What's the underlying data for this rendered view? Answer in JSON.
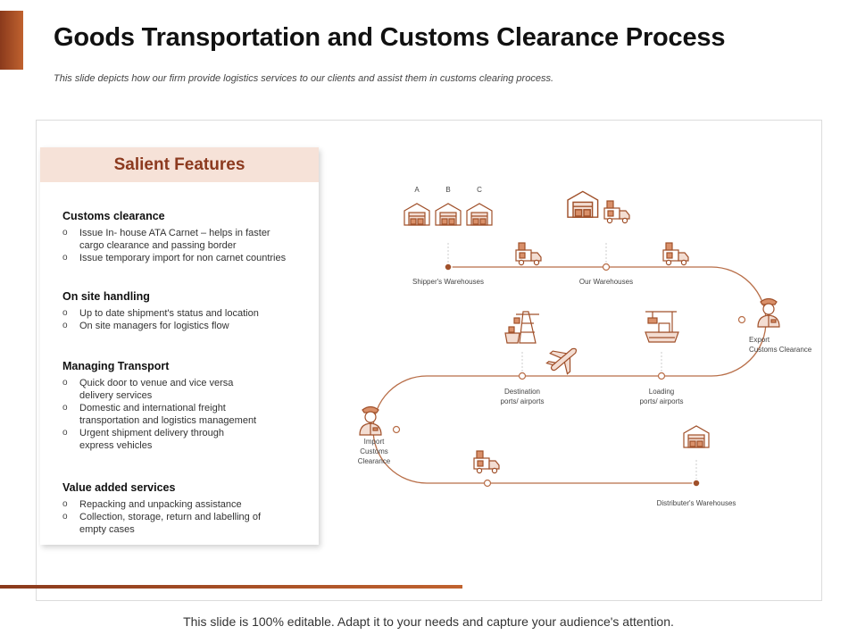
{
  "title": "Goods Transportation and Customs Clearance Process",
  "subtitle": "This slide depicts how our firm provide logistics services to our clients and assist them in customs clearing process.",
  "footer": "This slide is 100% editable. Adapt it to your needs and capture your audience's attention.",
  "colors": {
    "accent": "#a0502a",
    "header_bg": "#f6e2d8",
    "header_text": "#8c3a1f",
    "path": "#b86e48"
  },
  "features": {
    "header": "Salient Features",
    "sections": [
      {
        "heading": "Customs  clearance",
        "items": [
          "Issue In- house ATA Carnet – helps in faster cargo clearance and passing border",
          "Issue temporary import for non carnet countries"
        ]
      },
      {
        "heading": "On site handling",
        "items": [
          "Up to date shipment's status and location",
          "On site managers for logistics flow"
        ]
      },
      {
        "heading": "Managing Transport",
        "items": [
          "Quick door to venue and vice versa delivery services",
          "Domestic and international freight transportation and logistics management",
          "Urgent shipment delivery through express vehicles"
        ]
      },
      {
        "heading": "Value added services",
        "items": [
          "Repacking and unpacking assistance",
          "Collection, storage, return and labelling of empty cases"
        ]
      }
    ]
  },
  "diagram": {
    "warehouse_letters": [
      "A",
      "B",
      "C"
    ],
    "labels": {
      "shippers": "Shipper's Warehouses",
      "our": "Our Warehouses",
      "export_line1": "Export",
      "export_line2": "Customs Clearance",
      "destination_line1": "Destination",
      "destination_line2": "ports/ airports",
      "loading_line1": "Loading",
      "loading_line2": "ports/ airports",
      "import_line1": "Import",
      "import_line2": "Customs",
      "import_line3": "Clearance",
      "distributers": "Distributer's Warehouses"
    }
  }
}
